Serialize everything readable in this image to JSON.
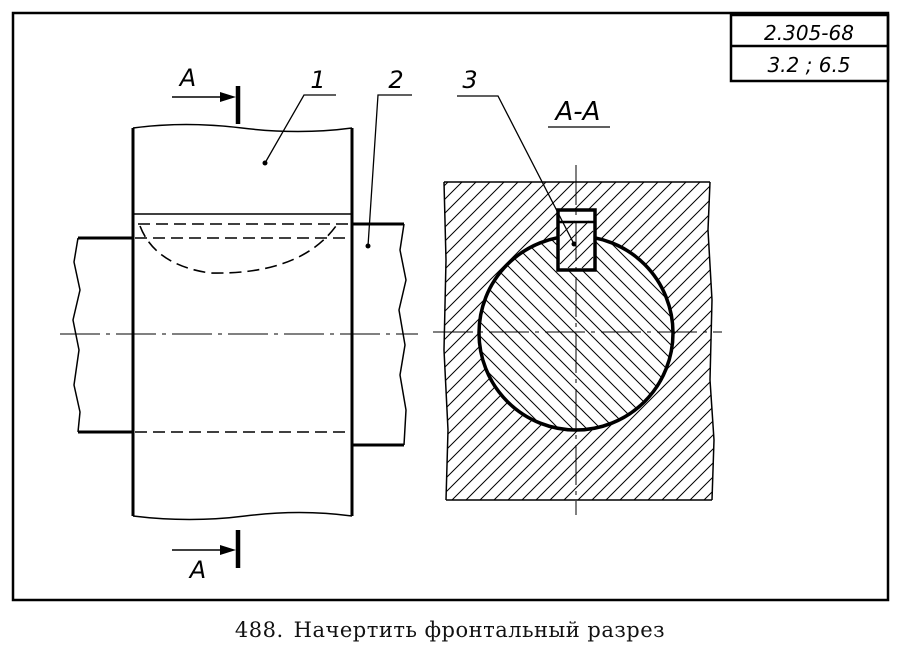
{
  "title_block": {
    "standard": "2.305-68",
    "reference": "3.2 ; 6.5"
  },
  "callouts": {
    "part1": "1",
    "part2": "2",
    "part3": "3"
  },
  "section": {
    "label_top": "A",
    "label_bottom": "A",
    "section_title": "A-A"
  },
  "caption": {
    "number": "488.",
    "text": "Начертить фронтальный разрез"
  }
}
